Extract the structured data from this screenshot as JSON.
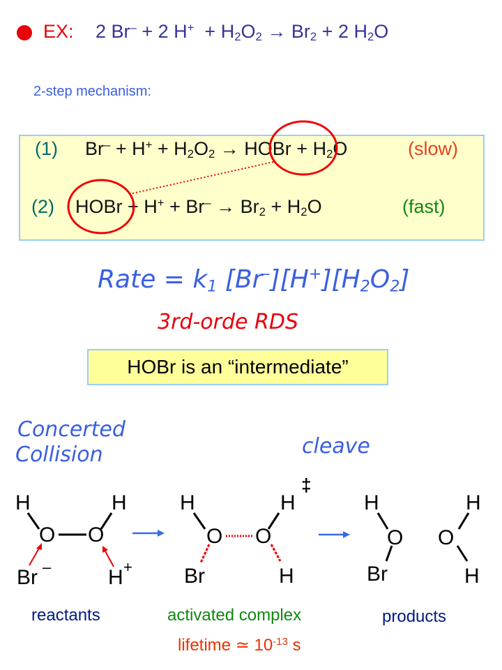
{
  "colors": {
    "red": "#e8000b",
    "navy": "#333399",
    "blue": "#3a5fe0",
    "teal": "#006a6a",
    "green": "#118811",
    "boxYellow": "#ffffcc",
    "boxBorder": "#99ccff",
    "noteYellow": "#ffff99",
    "label_navy": "#001a80"
  },
  "header": {
    "bullet_icon": "red-dot",
    "ex_label": "EX:",
    "equation": [
      {
        "t": "2 Br"
      },
      {
        "t": "–",
        "sup": true
      },
      {
        "t": " + 2 H"
      },
      {
        "t": "+",
        "sup": true
      },
      {
        "t": "  + H"
      },
      {
        "t": "2",
        "sub": true
      },
      {
        "t": "O"
      },
      {
        "t": "2",
        "sub": true
      },
      {
        "t": " → Br"
      },
      {
        "t": "2",
        "sub": true
      },
      {
        "t": " + 2 H"
      },
      {
        "t": "2",
        "sub": true
      },
      {
        "t": "O"
      }
    ]
  },
  "mechanism": {
    "title": "2-step mechanism:",
    "step1": {
      "num": "(1)",
      "equation": [
        {
          "t": "Br"
        },
        {
          "t": "–",
          "sup": true
        },
        {
          "t": " + H"
        },
        {
          "t": "+",
          "sup": true
        },
        {
          "t": " + H"
        },
        {
          "t": "2",
          "sub": true
        },
        {
          "t": "O"
        },
        {
          "t": "2",
          "sub": true
        },
        {
          "t": " → HOBr + H"
        },
        {
          "t": "2",
          "sub": true
        },
        {
          "t": "O"
        }
      ],
      "speed": "(slow)"
    },
    "step2": {
      "num": "(2)",
      "equation": [
        {
          "t": "HOBr + H"
        },
        {
          "t": "+",
          "sup": true
        },
        {
          "t": " + Br"
        },
        {
          "t": "–",
          "sup": true
        },
        {
          "t": " → Br"
        },
        {
          "t": "2",
          "sub": true
        },
        {
          "t": " + H"
        },
        {
          "t": "2",
          "sub": true
        },
        {
          "t": "O"
        }
      ],
      "speed": "(fast)"
    }
  },
  "rate": {
    "equation": [
      {
        "t": "Rate = k"
      },
      {
        "t": "1",
        "sub": true
      },
      {
        "t": " [Br"
      },
      {
        "t": "–",
        "sup": true
      },
      {
        "t": "][H"
      },
      {
        "t": "+",
        "sup": true
      },
      {
        "t": "][H"
      },
      {
        "t": "2",
        "sub": true
      },
      {
        "t": "O"
      },
      {
        "t": "2",
        "sub": true
      },
      {
        "t": "]"
      }
    ],
    "note": "3rd-orde RDS"
  },
  "intermediate_note": "HOBr is an “intermediate”",
  "diagram": {
    "concerted_line1": "Concerted",
    "concerted_line2": "Collision",
    "cleave": "cleave",
    "double_dagger": "‡",
    "atoms": {
      "H": "H",
      "O": "O",
      "Br": "Br",
      "Br_minus": "Br",
      "minus": "–",
      "H_plus": "H",
      "plus": "+"
    },
    "labels": {
      "reactants": "reactants",
      "activated": "activated complex",
      "products": "products"
    },
    "lifetime": {
      "text": "lifetime ≃ 10",
      "exp": "-13",
      "unit": " s"
    }
  }
}
